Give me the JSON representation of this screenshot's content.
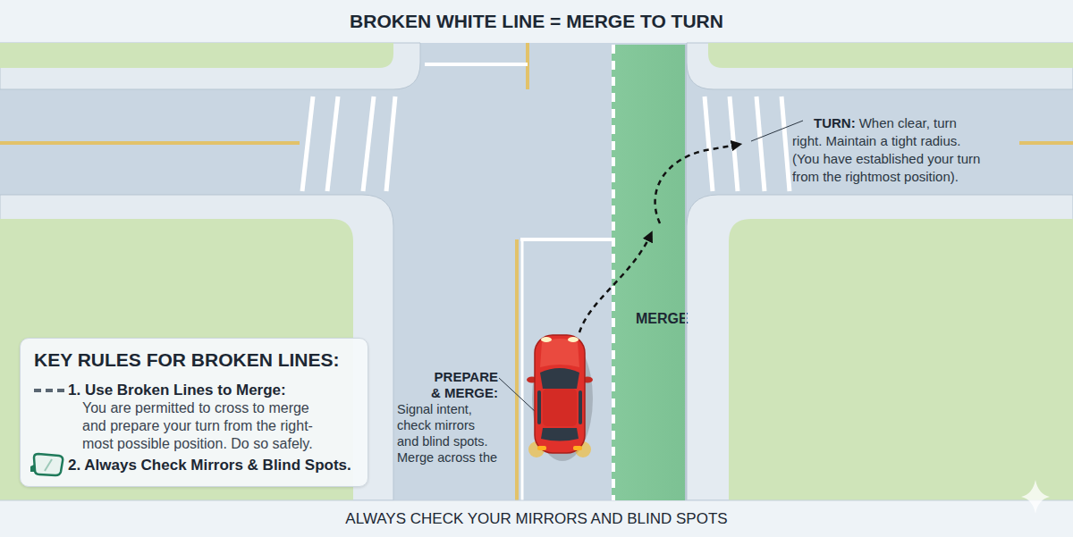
{
  "diagram": {
    "title": "BROKEN WHITE LINE = MERGE TO TURN",
    "caption": "ALWAYS CHECK YOUR MIRRORS AND BLIND SPOTS",
    "nodes": [
      {
        "text": [
          "MERGE"
        ]
      },
      {
        "text": [
          "KEY RULES FOR BROKEN LINES:",
          "1. Use Broken Lines to Merge:",
          "You are permitted to cross to merge and prepare your turn from the right-most possible position. Do so safely.",
          "2. Always Check Mirrors & Blind Spots."
        ]
      }
    ],
    "labels": [
      "TURN:",
      "When clear, turn right. Maintain a tight radius. (You have established your turn from the rightmost position).",
      "PREPARE & MERGE:",
      "Signal intent, check mirrors and blind spots. Merge across the"
    ]
  }
}
